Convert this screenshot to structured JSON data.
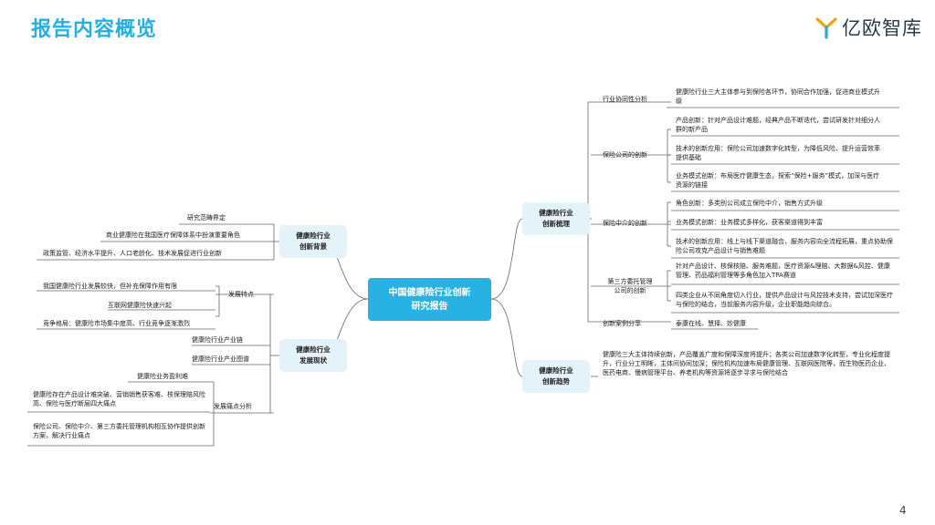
{
  "header": {
    "title": "报告内容概览",
    "logo_text": "亿欧智库",
    "page_number": "4"
  },
  "colors": {
    "title": "#23b0e6",
    "center_fill": "#28b2e3",
    "branch_fill": "#e4f2fa",
    "line": "#666666"
  },
  "mindmap": {
    "center": {
      "line1": "中国健康险行业创新",
      "line2": "研究报告"
    },
    "left": {
      "background": {
        "line1": "健康险行业",
        "line2": "创新背景",
        "items": [
          "研究范畴界定",
          "商业健康险在我国医疗保障体系中扮演重要角色",
          "政策监管、经济水平提升、人口老龄化、技术发展促进行业创新"
        ]
      },
      "status": {
        "line1": "健康险行业",
        "line2": "发展现状",
        "features_label": "发展特点",
        "features": [
          "我国健康险行业发展较快，但补充保障作用有限",
          "互联网健康险快速兴起",
          "竞争格局：健康险市场集中度高、行业竞争逐渐激烈"
        ],
        "chain_label": "健康险行业产业链",
        "map_label": "健康险行业产业图谱",
        "pain_label": "发展痛点分析",
        "pain": [
          "健康险业务盈利难",
          "健康险存在产品设计难突破、营销销售获客难、核保理赔风险高、保险与医疗断层四大痛点",
          "保险公司、保险中介、第三方委托管理机构相互协作提供创新方案，解决行业痛点"
        ]
      }
    },
    "right": {
      "innovation": {
        "line1": "健康险行业",
        "line2": "创新梳理",
        "synergy_label": "行业协同性分析",
        "synergy_text": "健康险行业三大主体参与到保险各环节，协同合作加强，促进商业模式升级",
        "insurer_label": "保险公司的创新",
        "insurer": [
          "产品创新：针对产品设计难题，经典产品不断迭代，尝试研发针对细分人群的新产品",
          "技术的创新应用：保险公司加速数字化转型，为降低风险、提升运营效率提供基础",
          "业务模式创新：布局医疗健康生态，探索“保险+服务”模式，加深与医疗资源的链接"
        ],
        "broker_label": "保险中介的创新",
        "broker": [
          "角色创新：多类别公司成立保险中介，销售方式升级",
          "业务模式创新：业务模式多样化，获客渠道得到丰富",
          "技术的创新应用：线上与线下渠道融合，服务内容向全流程拓展，重点协助保险公司攻克产品设计与销售难题"
        ],
        "tpa_label_1": "第三方委托管理",
        "tpa_label_2": "公司的创新",
        "tpa": [
          "针对产品设计、核保核赔、服务难题，医疗资源&理赔、大数据&风控、健康管理、药品福利管理等多角色加入TPA赛道",
          "四类企业从不同角度切入行业，提供产品设计与风控技术支持，尝试加深医疗与保险的结合，当前服务内容升级，企业职能趋向综合。"
        ],
        "cases_label": "创新案例分享",
        "cases_text": "泰康在线、慧择、妙健康"
      },
      "trend": {
        "line1": "健康险行业",
        "line2": "创新趋势",
        "text": "健康险三大主体持续创新，产品覆盖广度和保障深度将提升；各类公司加速数字化转型，专业化程度提升，行业分工明晰，主体间协同加深；保险机构加速布局健康管理、互联网医院等，而生物医药企业、医药电商、慢病管理平台、养老机构等资源将逐步寻求与保险结合"
      }
    }
  }
}
